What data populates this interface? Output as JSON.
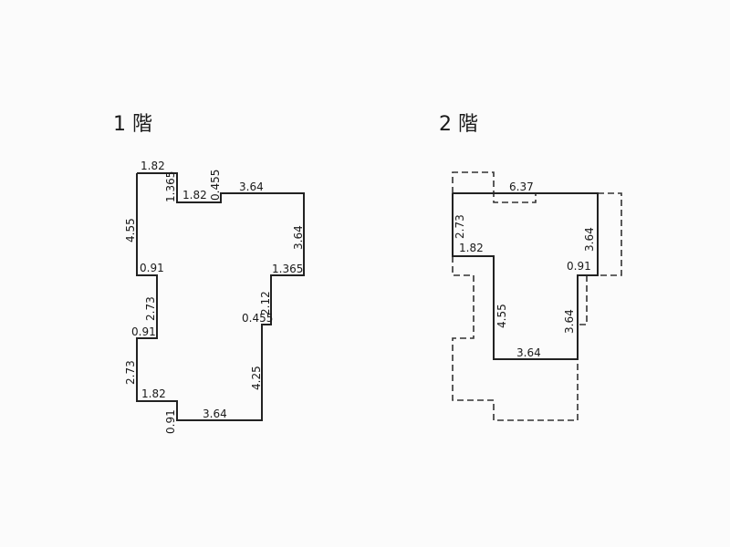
{
  "floor1": {
    "title": "1 階",
    "dims": {
      "top_left_width": "1.82",
      "notch_depth": "1.365",
      "notch_width": "1.82",
      "small_step": "0.455",
      "top_right_width": "3.64",
      "left_upper_height": "4.55",
      "right_upper_height": "3.64",
      "left_step_1": "0.91",
      "right_step_1": "1.365",
      "left_mid_height": "2.73",
      "right_mid_height": "2.12",
      "left_step_2": "0.91",
      "right_step_2": "0.455",
      "left_lower_height": "2.73",
      "right_lower_height": "4.25",
      "bottom_left_width": "1.82",
      "bottom_step": "0.91",
      "bottom_width": "3.64"
    }
  },
  "floor2": {
    "title": "2 階",
    "dims": {
      "top_width": "6.37",
      "left_height": "2.73",
      "left_step": "1.82",
      "right_upper_height": "3.64",
      "right_step": "0.91",
      "inner_left_height": "4.55",
      "right_lower_height": "3.64",
      "bottom_width": "3.64"
    }
  }
}
